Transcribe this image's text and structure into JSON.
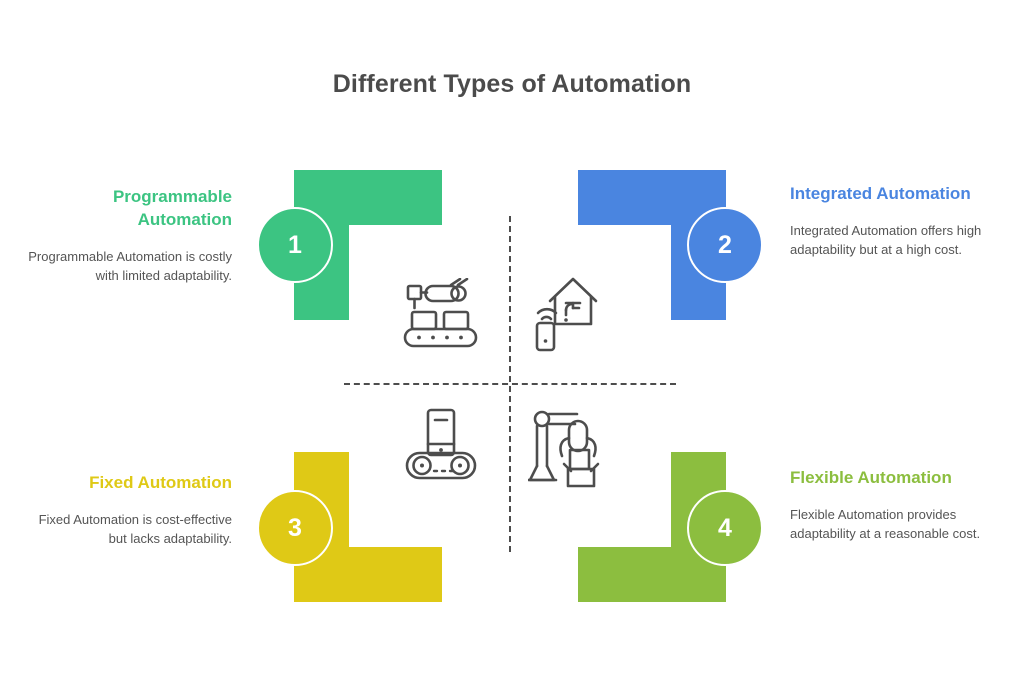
{
  "page": {
    "title": "Different Types of Automation",
    "background_color": "#ffffff",
    "text_color": "#4b4b4b"
  },
  "palette": {
    "green": "#3cc482",
    "blue": "#4a85e0",
    "yellow": "#dfc916",
    "olive": "#8cbe3f",
    "icon_stroke": "#4d4d4d",
    "divider": "#4d4d4d"
  },
  "quadrants": [
    {
      "number": "1",
      "heading": "Programmable Automation",
      "description": "Programmable Automation is costly with limited adaptability.",
      "color": "#3cc482",
      "icon": "robotic-arm-conveyor-icon",
      "position": "top-left"
    },
    {
      "number": "2",
      "heading": "Integrated Automation",
      "description": "Integrated Automation offers high adaptability but at a high cost.",
      "color": "#4a85e0",
      "icon": "smart-home-faucet-icon",
      "position": "top-right"
    },
    {
      "number": "3",
      "heading": "Fixed Automation",
      "description": "Fixed Automation is cost-effective but lacks adaptability.",
      "color": "#dfc916",
      "icon": "conveyor-machine-icon",
      "position": "bottom-left"
    },
    {
      "number": "4",
      "heading": "Flexible Automation",
      "description": "Flexible Automation provides adaptability at a reasonable cost.",
      "color": "#8cbe3f",
      "icon": "robot-arm-packing-box-icon",
      "position": "bottom-right"
    }
  ],
  "dividers": {
    "horizontal": "dashed-horizontal-divider",
    "vertical": "dashed-vertical-divider"
  }
}
